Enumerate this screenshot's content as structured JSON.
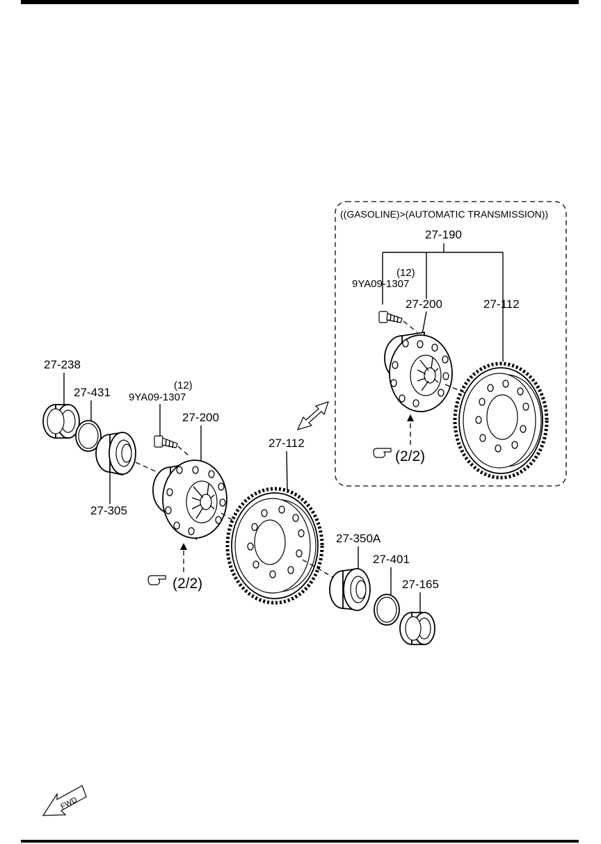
{
  "callouts_main": {
    "p27_238": "27-238",
    "p27_431": "27-431",
    "bolt_qty": "(12)",
    "bolt_part": "9YA09-1307",
    "p27_200": "27-200",
    "p27_112": "27-112",
    "p27_305": "27-305",
    "p27_350A": "27-350A",
    "p27_401": "27-401",
    "p27_165": "27-165",
    "ref": "(2/2)"
  },
  "callouts_inset": {
    "condition": "((GASOLINE)>(AUTOMATIC  TRANSMISSION))",
    "p27_190": "27-190",
    "bolt_qty": "(12)",
    "bolt_part": "9YA09-1307",
    "p27_200": "27-200",
    "p27_112": "27-112",
    "ref": "(2/2)"
  },
  "fwd_label": "FWD",
  "icons": [
    "pointing-hand-icon",
    "fwd-arrow-icon",
    "double-arrow-icon"
  ]
}
